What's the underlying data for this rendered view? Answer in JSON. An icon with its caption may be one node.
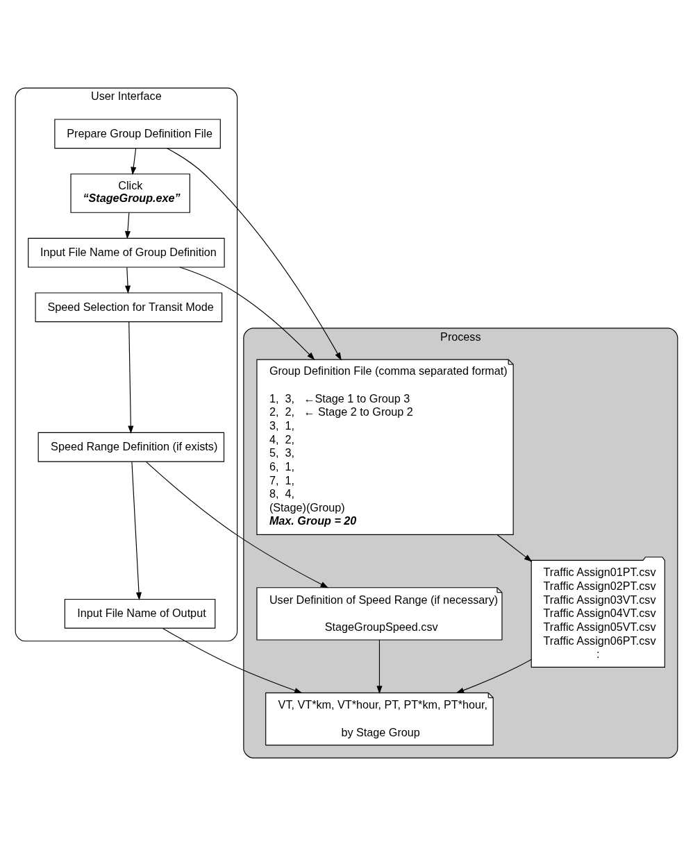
{
  "diagram": {
    "nodes": [
      {
        "text": [
          "User Interface"
        ]
      },
      {
        "text": [
          "Process"
        ]
      },
      {
        "text": [
          "Prepare Group Definition File"
        ],
        "in": 0
      },
      {
        "text": [
          "Click",
          "“StageGroup.exe”"
        ],
        "in": 0
      },
      {
        "text": [
          "Input File Name of Group Definition"
        ],
        "in": 0
      },
      {
        "text": [
          "Speed Selection for Transit Mode"
        ],
        "in": 0
      },
      {
        "text": [
          "Speed Range Definition (if exists)"
        ],
        "in": 0
      },
      {
        "text": [
          "Input File Name of Output"
        ],
        "in": 0
      },
      {
        "text": [
          "Group Definition File (comma separated format)",
          "1,  3,   ←Stage 1 to Group 3",
          "2,  2,   ← Stage 2 to Group 2",
          "3,  1,",
          "4,  2,",
          "5,  3,",
          "6,  1,",
          "7,  1,",
          "8,  4,",
          "(Stage)(Group)",
          "Max. Group = 20"
        ],
        "in": 1
      },
      {
        "text": [
          "User Definition of Speed Range (if necessary)",
          "StageGroupSpeed.csv"
        ],
        "in": 1
      },
      {
        "text": [
          "Traffic Assign01PT.csv",
          "Traffic Assign02PT.csv",
          "Traffic Assign03VT.csv",
          "Traffic Assign04VT.csv",
          "Traffic Assign05VT.csv",
          "Traffic Assign06PT.csv",
          ":"
        ],
        "in": 1
      },
      {
        "text": [
          "VT, VT*km, VT*hour, PT, PT*km, PT*hour,",
          "by Stage Group"
        ],
        "in": 1
      }
    ],
    "edges": [
      {
        "from": 2,
        "to": 3,
        "arrow": "to"
      },
      {
        "from": 2,
        "to": 8,
        "arrow": "to"
      },
      {
        "from": 3,
        "to": 4,
        "arrow": "to"
      },
      {
        "from": 4,
        "to": 8,
        "arrow": "to"
      },
      {
        "from": 4,
        "to": 5,
        "arrow": "to"
      },
      {
        "from": 5,
        "to": 6,
        "arrow": "to"
      },
      {
        "from": 6,
        "to": 9,
        "arrow": "to"
      },
      {
        "from": 6,
        "to": 7,
        "arrow": "to"
      },
      {
        "from": 7,
        "to": 11,
        "arrow": "to"
      },
      {
        "from": 8,
        "to": 10,
        "arrow": "to"
      },
      {
        "from": 10,
        "to": 11,
        "arrow": "to"
      },
      {
        "from": 9,
        "to": 11,
        "arrow": "to"
      }
    ]
  }
}
